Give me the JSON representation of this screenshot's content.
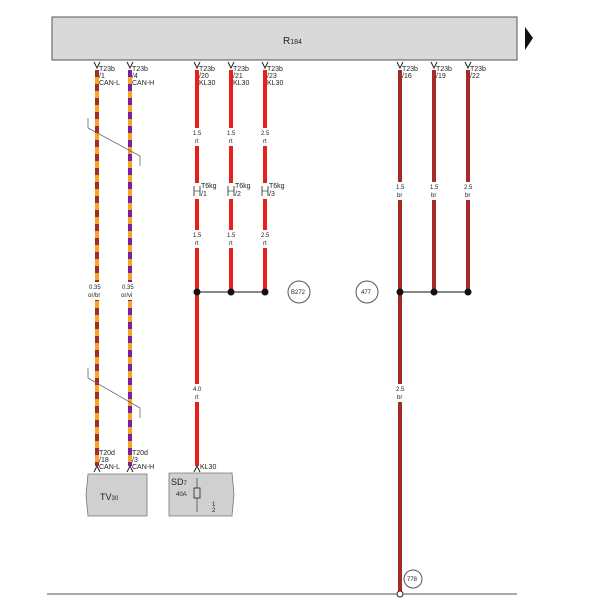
{
  "header": {
    "main": "R",
    "sub": "184"
  },
  "top_pins": [
    {
      "conn": "T23b",
      "pin": "/1",
      "sig": "CAN-L"
    },
    {
      "conn": "T23b",
      "pin": "/4",
      "sig": "CAN-H"
    },
    {
      "conn": "T23b",
      "pin": "/20",
      "sig": "KL30"
    },
    {
      "conn": "T23b",
      "pin": "/21",
      "sig": "KL30"
    },
    {
      "conn": "T23b",
      "pin": "/23",
      "sig": "KL30"
    },
    {
      "conn": "T23b",
      "pin": "/16",
      "sig": ""
    },
    {
      "conn": "T23b",
      "pin": "/19",
      "sig": ""
    },
    {
      "conn": "T23b",
      "pin": "/22",
      "sig": ""
    }
  ],
  "wire_labels_upper": [
    {
      "size": "1.5",
      "color": "rt"
    },
    {
      "size": "1.5",
      "color": "rt"
    },
    {
      "size": "2.5",
      "color": "rt"
    },
    {
      "size": "1.5",
      "color": "br"
    },
    {
      "size": "1.5",
      "color": "br"
    },
    {
      "size": "2.5",
      "color": "br"
    }
  ],
  "t6_pins": [
    {
      "conn": "T6kg",
      "pin": "/1"
    },
    {
      "conn": "T6kg",
      "pin": "/2"
    },
    {
      "conn": "T6kg",
      "pin": "/3"
    }
  ],
  "wire_labels_lower": [
    {
      "size": "1.5",
      "color": "rt"
    },
    {
      "size": "1.5",
      "color": "rt"
    },
    {
      "size": "2.5",
      "color": "rt"
    }
  ],
  "can_labels": [
    {
      "size": "0.35",
      "color": "or/br"
    },
    {
      "size": "0.35",
      "color": "or/vi"
    }
  ],
  "refs": {
    "b272": "B272",
    "r477": "477",
    "r778": "778"
  },
  "trunk_red": {
    "size": "4.0",
    "color": "rt"
  },
  "trunk_br": {
    "size": "2.5",
    "color": "br"
  },
  "tv_pins": [
    {
      "conn": "T20d",
      "pin": "/18",
      "sig": "CAN-L"
    },
    {
      "conn": "T20d",
      "pin": "/3",
      "sig": "CAN-H"
    }
  ],
  "sd_pin": {
    "sig": "KL30"
  },
  "tv_box": {
    "main": "TV",
    "sub": "30"
  },
  "sd_box": {
    "main": "SD",
    "sub": "7",
    "amp": "40A",
    "pin_a": "1",
    "pin_b": "2"
  },
  "colors": {
    "red": "#e8201c",
    "brown": "#a52a2a",
    "orange": "#f5a623",
    "purple": "#7a1fa2",
    "header_bg": "#d9d9d9",
    "box_bg": "#d0d0d0"
  }
}
